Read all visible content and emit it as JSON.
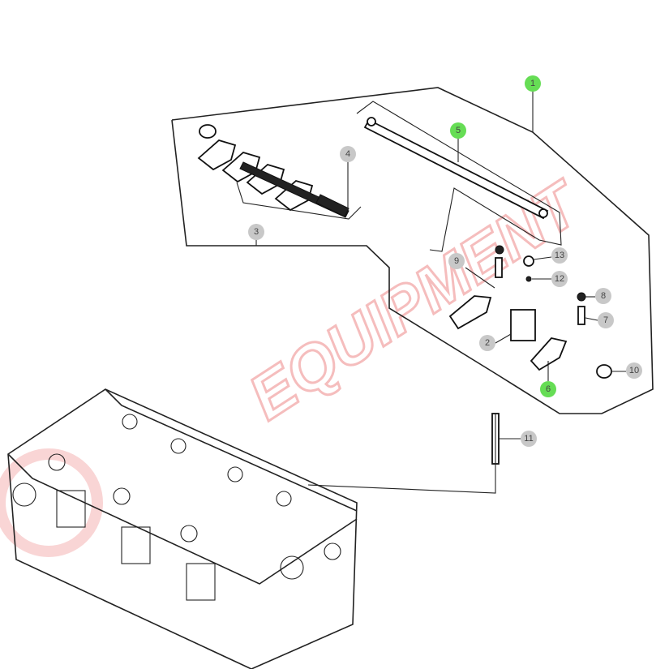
{
  "diagram": {
    "watermark_text": "EQUIPMENT",
    "colors": {
      "highlight": "#66dd55",
      "callout": "#c8c8c8",
      "line": "#222222",
      "watermark": "#e88888"
    },
    "callouts": [
      {
        "id": "1",
        "label": "1",
        "highlighted": true
      },
      {
        "id": "2",
        "label": "2",
        "highlighted": false
      },
      {
        "id": "3",
        "label": "3",
        "highlighted": false
      },
      {
        "id": "4",
        "label": "4",
        "highlighted": false
      },
      {
        "id": "5",
        "label": "5",
        "highlighted": true
      },
      {
        "id": "6",
        "label": "6",
        "highlighted": true
      },
      {
        "id": "7",
        "label": "7",
        "highlighted": false
      },
      {
        "id": "8",
        "label": "8",
        "highlighted": false
      },
      {
        "id": "9",
        "label": "9",
        "highlighted": false
      },
      {
        "id": "10",
        "label": "10",
        "highlighted": false
      },
      {
        "id": "11",
        "label": "11",
        "highlighted": false
      },
      {
        "id": "12",
        "label": "12",
        "highlighted": false
      },
      {
        "id": "13",
        "label": "13",
        "highlighted": false
      }
    ]
  }
}
